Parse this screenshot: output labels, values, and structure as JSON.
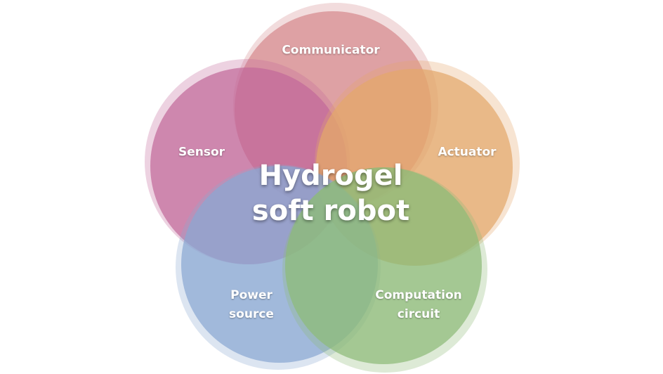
{
  "center_title": {
    "line1": "Hydrogel",
    "line2": "soft robot"
  },
  "components": [
    {
      "name": "Communicator",
      "color": "#d58a8e"
    },
    {
      "name": "Sensor",
      "color": "#c2699a"
    },
    {
      "name": "Actuator",
      "color": "#e3a76b"
    },
    {
      "name": "Power",
      "name2": "source",
      "color": "#8aa8d2"
    },
    {
      "name": "Computation",
      "name2": "circuit",
      "color": "#8ebb78"
    }
  ]
}
